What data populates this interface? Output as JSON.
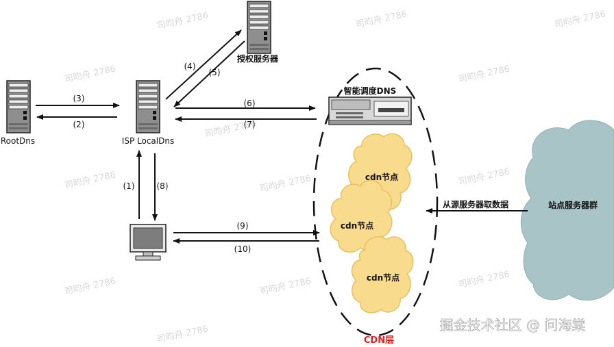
{
  "colors": {
    "arrow": "#111111",
    "cdn_title": "#e0201c",
    "cloud_fill": "#f8db8c",
    "cloud_stroke": "#e9bf60",
    "site_cloud": "#a9c4c6",
    "server_body": "#8e8e8e",
    "watermark": "#c8c8c8"
  },
  "nodes": {
    "root_dns": "RootDns",
    "isp_local_dns": "ISP LocalDns",
    "auth_server": "授权服务器",
    "smart_dns": "智能调度DNS",
    "cdn_node_1": "cdn节点",
    "cdn_node_2": "cdn节点",
    "cdn_node_3": "cdn节点",
    "site_cluster": "站点服务器群",
    "cdn_layer_title": "CDN层"
  },
  "edge_labels": {
    "from_origin": "从源服务器取数据"
  },
  "steps": {
    "s1": "(1)",
    "s2": "(2)",
    "s3": "(3)",
    "s4": "(4)",
    "s5": "(5)",
    "s6": "(6)",
    "s7": "(7)",
    "s8": "(8)",
    "s9": "(9)",
    "s10": "(10)"
  },
  "footer_watermark": "掘金技术社区 @ 问海棠",
  "bg_watermark": "司昀舟 2786"
}
